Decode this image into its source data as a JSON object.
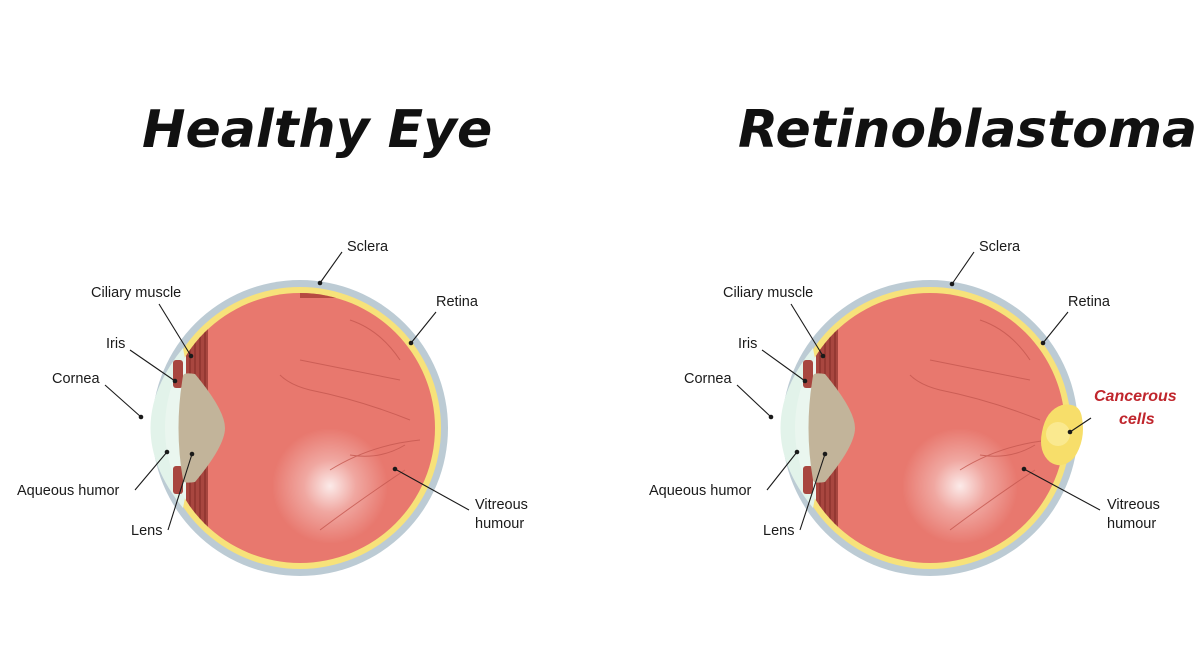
{
  "titles": {
    "healthy": "Healthy Eye",
    "retinoblastoma": "Retinoblastoma"
  },
  "healthy_labels": {
    "sclera": "Sclera",
    "retina": "Retina",
    "ciliary_muscle": "Ciliary muscle",
    "iris": "Iris",
    "cornea": "Cornea",
    "aqueous_humor": "Aqueous humor",
    "lens": "Lens",
    "vitreous_1": "Vitreous",
    "vitreous_2": "humour"
  },
  "retino_labels": {
    "sclera": "Sclera",
    "retina": "Retina",
    "ciliary_muscle": "Ciliary muscle",
    "iris": "Iris",
    "cornea": "Cornea",
    "aqueous_humor": "Aqueous humor",
    "lens": "Lens",
    "vitreous_1": "Vitreous",
    "vitreous_2": "humour",
    "cancer_1": "Cancerous",
    "cancer_2": "cells"
  },
  "colors": {
    "sclera": "#bccbd4",
    "retina": "#f7e27a",
    "vitreous": "#e8786e",
    "cornea": "#e2f3ea",
    "lens": "#c2b49a",
    "ciliary": "#a8463f",
    "tumor": "#f7de6a",
    "cancer_label": "#c0262d"
  }
}
